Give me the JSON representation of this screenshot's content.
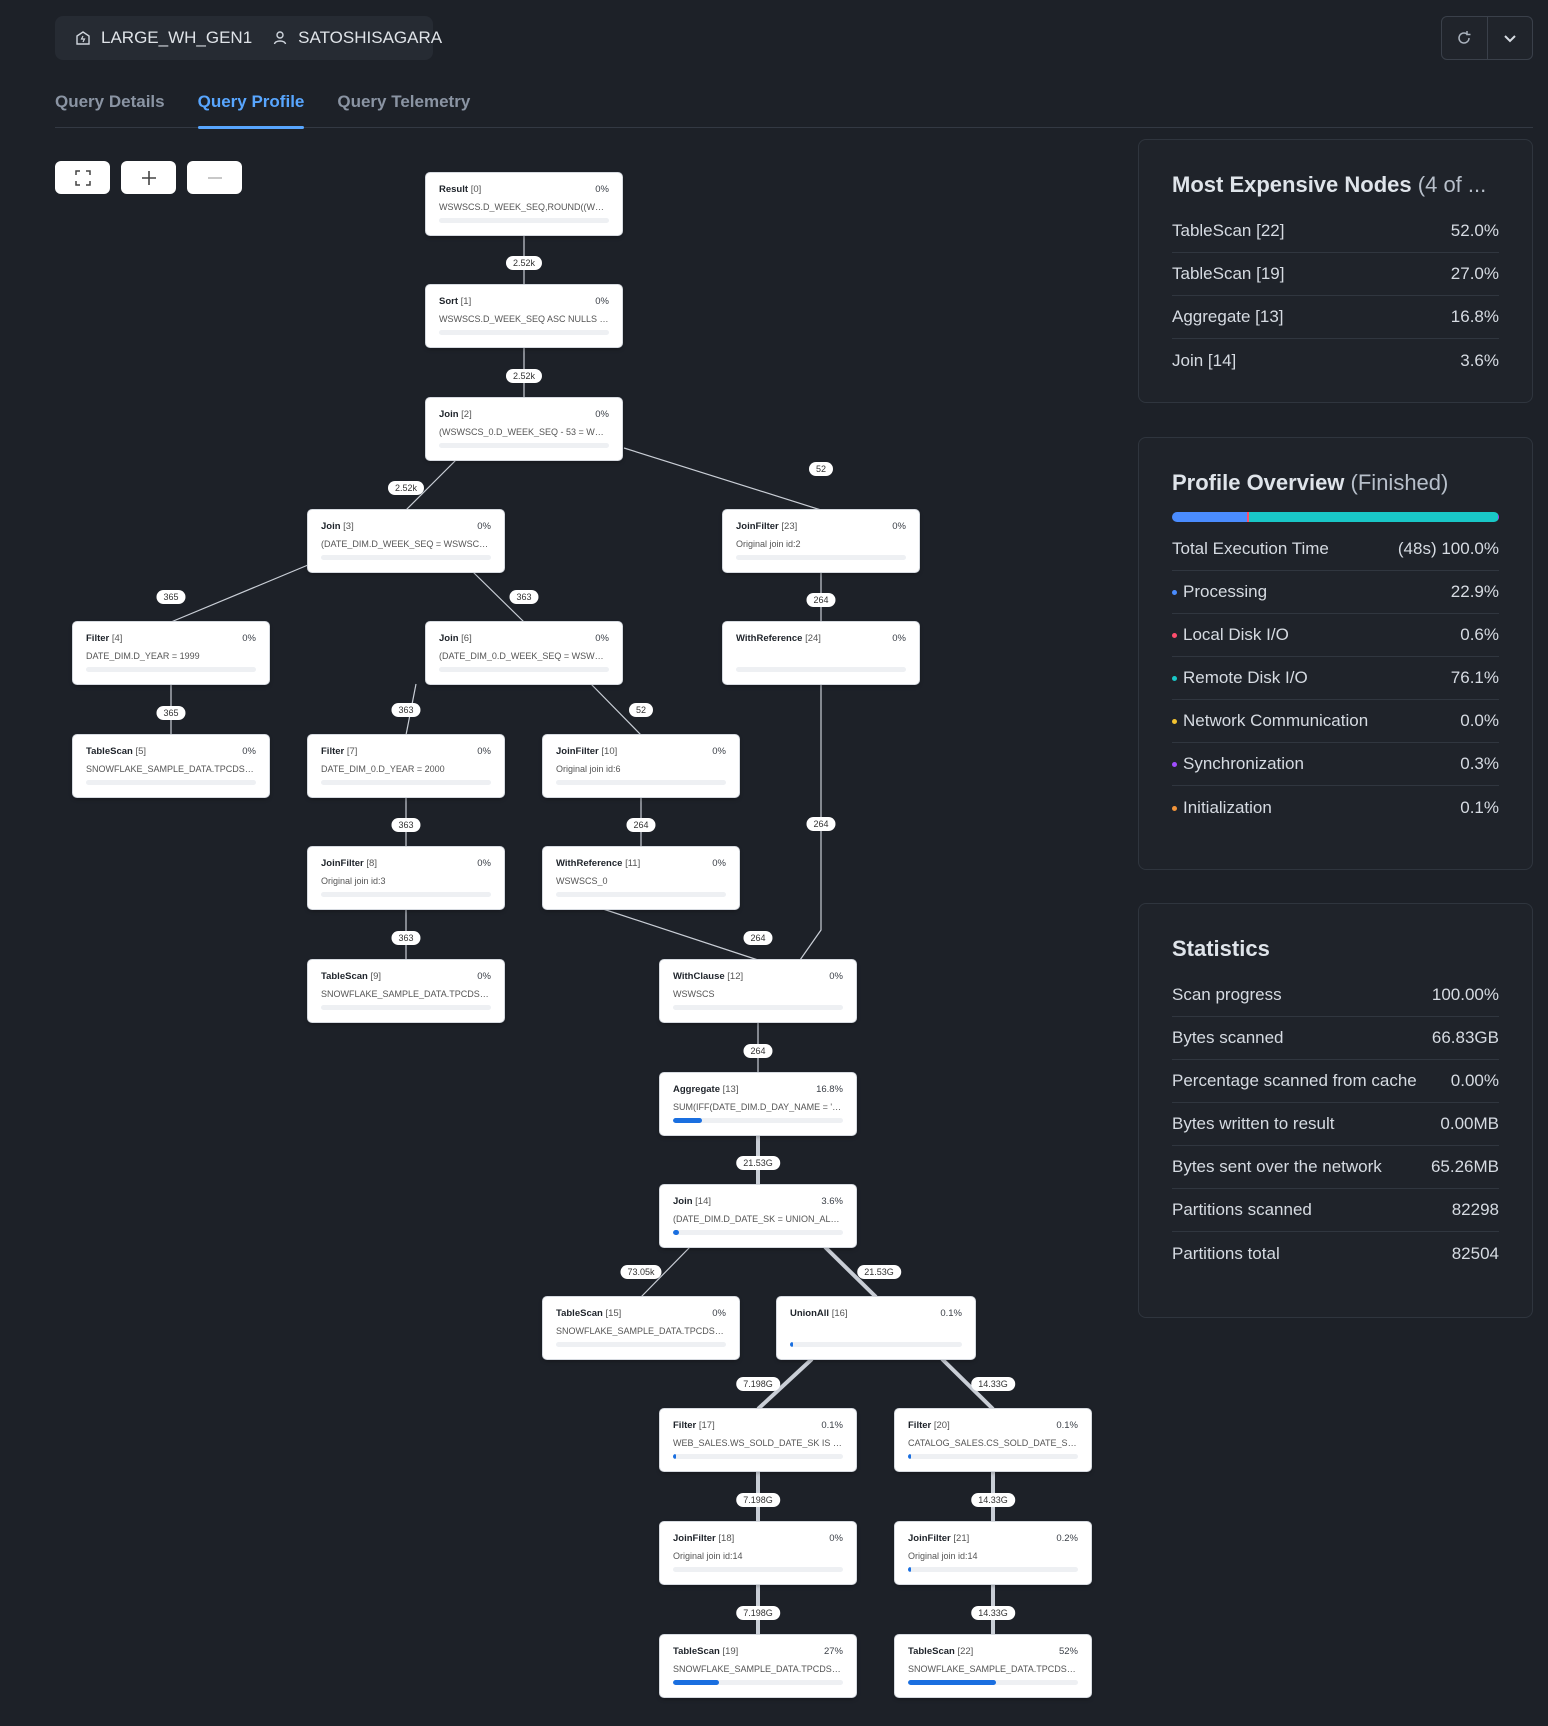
{
  "header": {
    "warehouse": "LARGE_WH_GEN1",
    "user": "SATOSHISAGARA",
    "icons": [
      "warehouse-icon",
      "user-icon",
      "refresh-icon",
      "chevron-down-icon"
    ]
  },
  "tabs": [
    {
      "label": "Query Details",
      "active": false
    },
    {
      "label": "Query Profile",
      "active": true
    },
    {
      "label": "Query Telemetry",
      "active": false
    }
  ],
  "controls": [
    "fit-icon",
    "zoom-in-icon",
    "zoom-out-icon"
  ],
  "nodes": [
    {
      "id": "n0",
      "name": "Result",
      "idx": "[0]",
      "pct": "0%",
      "detail": "WSWSCS.D_WEEK_SEQ,ROUND((WSWS...",
      "bar": 0
    },
    {
      "id": "n1",
      "name": "Sort",
      "idx": "[1]",
      "pct": "0%",
      "detail": "WSWSCS.D_WEEK_SEQ ASC NULLS LA...",
      "bar": 0
    },
    {
      "id": "n2",
      "name": "Join",
      "idx": "[2]",
      "pct": "0%",
      "detail": "(WSWSCS_0.D_WEEK_SEQ - 53 = WSW...",
      "bar": 0
    },
    {
      "id": "n3",
      "name": "Join",
      "idx": "[3]",
      "pct": "0%",
      "detail": "(DATE_DIM.D_WEEK_SEQ = WSWSCS_0....",
      "bar": 0
    },
    {
      "id": "n23",
      "name": "JoinFilter",
      "idx": "[23]",
      "pct": "0%",
      "detail": "Original join id:2",
      "bar": 0
    },
    {
      "id": "n4",
      "name": "Filter",
      "idx": "[4]",
      "pct": "0%",
      "detail": "DATE_DIM.D_YEAR = 1999",
      "bar": 0
    },
    {
      "id": "n6",
      "name": "Join",
      "idx": "[6]",
      "pct": "0%",
      "detail": "(DATE_DIM_0.D_WEEK_SEQ = WSWSCS...",
      "bar": 0
    },
    {
      "id": "n24",
      "name": "WithReference",
      "idx": "[24]",
      "pct": "0%",
      "detail": "",
      "bar": 0
    },
    {
      "id": "n5",
      "name": "TableScan",
      "idx": "[5]",
      "pct": "0%",
      "detail": "SNOWFLAKE_SAMPLE_DATA.TPCDS_SF...",
      "bar": 0
    },
    {
      "id": "n7",
      "name": "Filter",
      "idx": "[7]",
      "pct": "0%",
      "detail": "DATE_DIM_0.D_YEAR = 2000",
      "bar": 0
    },
    {
      "id": "n10",
      "name": "JoinFilter",
      "idx": "[10]",
      "pct": "0%",
      "detail": "Original join id:6",
      "bar": 0
    },
    {
      "id": "n8",
      "name": "JoinFilter",
      "idx": "[8]",
      "pct": "0%",
      "detail": "Original join id:3",
      "bar": 0
    },
    {
      "id": "n11",
      "name": "WithReference",
      "idx": "[11]",
      "pct": "0%",
      "detail": "WSWSCS_0",
      "bar": 0
    },
    {
      "id": "n9",
      "name": "TableScan",
      "idx": "[9]",
      "pct": "0%",
      "detail": "SNOWFLAKE_SAMPLE_DATA.TPCDS_SF...",
      "bar": 0
    },
    {
      "id": "n12",
      "name": "WithClause",
      "idx": "[12]",
      "pct": "0%",
      "detail": "WSWSCS",
      "bar": 0
    },
    {
      "id": "n13",
      "name": "Aggregate",
      "idx": "[13]",
      "pct": "16.8%",
      "detail": "SUM(IFF(DATE_DIM.D_DAY_NAME = 'Su...",
      "bar": 16.8
    },
    {
      "id": "n14",
      "name": "Join",
      "idx": "[14]",
      "pct": "3.6%",
      "detail": "(DATE_DIM.D_DATE_SK = UNION_ALL(W...",
      "bar": 3.6
    },
    {
      "id": "n15",
      "name": "TableScan",
      "idx": "[15]",
      "pct": "0%",
      "detail": "SNOWFLAKE_SAMPLE_DATA.TPCDS_SF...",
      "bar": 0
    },
    {
      "id": "n16",
      "name": "UnionAll",
      "idx": "[16]",
      "pct": "0.1%",
      "detail": "",
      "bar": 0.1
    },
    {
      "id": "n17",
      "name": "Filter",
      "idx": "[17]",
      "pct": "0.1%",
      "detail": "WEB_SALES.WS_SOLD_DATE_SK IS NO...",
      "bar": 0.1
    },
    {
      "id": "n20",
      "name": "Filter",
      "idx": "[20]",
      "pct": "0.1%",
      "detail": "CATALOG_SALES.CS_SOLD_DATE_SK IS...",
      "bar": 0.1
    },
    {
      "id": "n18",
      "name": "JoinFilter",
      "idx": "[18]",
      "pct": "0%",
      "detail": "Original join id:14",
      "bar": 0
    },
    {
      "id": "n21",
      "name": "JoinFilter",
      "idx": "[21]",
      "pct": "0.2%",
      "detail": "Original join id:14",
      "bar": 0.2
    },
    {
      "id": "n19",
      "name": "TableScan",
      "idx": "[19]",
      "pct": "27%",
      "detail": "SNOWFLAKE_SAMPLE_DATA.TPCDS_SF...",
      "bar": 27
    },
    {
      "id": "n22",
      "name": "TableScan",
      "idx": "[22]",
      "pct": "52%",
      "detail": "SNOWFLAKE_SAMPLE_DATA.TPCDS_SF...",
      "bar": 52
    }
  ],
  "edges": [
    {
      "from": "n1",
      "to": "n0",
      "label": "2.52k"
    },
    {
      "from": "n2",
      "to": "n1",
      "label": "2.52k"
    },
    {
      "from": "n3",
      "to": "n2",
      "label": "2.52k"
    },
    {
      "from": "n23",
      "to": "n2",
      "label": "52"
    },
    {
      "from": "n4",
      "to": "n3",
      "label": "365"
    },
    {
      "from": "n6",
      "to": "n3",
      "label": "363"
    },
    {
      "from": "n24",
      "to": "n23",
      "label": "264"
    },
    {
      "from": "n5",
      "to": "n4",
      "label": "365"
    },
    {
      "from": "n7",
      "to": "n6",
      "label": "363"
    },
    {
      "from": "n10",
      "to": "n6",
      "label": "52"
    },
    {
      "from": "n8",
      "to": "n7",
      "label": "363"
    },
    {
      "from": "n11",
      "to": "n10",
      "label": "264"
    },
    {
      "from": "n9",
      "to": "n8",
      "label": "363"
    },
    {
      "from": "n12",
      "to": "n11",
      "label": "264"
    },
    {
      "from": "n12",
      "to": "n24",
      "label": "264"
    },
    {
      "from": "n13",
      "to": "n12",
      "label": "264"
    },
    {
      "from": "n14",
      "to": "n13",
      "label": "21.53G"
    },
    {
      "from": "n15",
      "to": "n14",
      "label": "73.05k"
    },
    {
      "from": "n16",
      "to": "n14",
      "label": "21.53G"
    },
    {
      "from": "n17",
      "to": "n16",
      "label": "7.198G"
    },
    {
      "from": "n20",
      "to": "n16",
      "label": "14.33G"
    },
    {
      "from": "n18",
      "to": "n17",
      "label": "7.198G"
    },
    {
      "from": "n21",
      "to": "n20",
      "label": "14.33G"
    },
    {
      "from": "n19",
      "to": "n18",
      "label": "7.198G"
    },
    {
      "from": "n22",
      "to": "n21",
      "label": "14.33G"
    }
  ],
  "expensive": {
    "title": "Most Expensive Nodes",
    "subtitle": "(4 of ...",
    "rows": [
      {
        "label": "TableScan [22]",
        "value": "52.0%"
      },
      {
        "label": "TableScan [19]",
        "value": "27.0%"
      },
      {
        "label": "Aggregate [13]",
        "value": "16.8%"
      },
      {
        "label": "Join [14]",
        "value": "3.6%"
      }
    ]
  },
  "overview": {
    "title": "Profile Overview",
    "subtitle": "(Finished)",
    "total_label": "Total Execution Time",
    "total_value": "(48s) 100.0%",
    "rows": [
      {
        "label": "Processing",
        "value": "22.9%",
        "color": "#4a8cff",
        "share": 22.9
      },
      {
        "label": "Local Disk I/O",
        "value": "0.6%",
        "color": "#ff4d6d",
        "share": 0.6
      },
      {
        "label": "Remote Disk I/O",
        "value": "76.1%",
        "color": "#19c7c7",
        "share": 76.1
      },
      {
        "label": "Network Communication",
        "value": "0.0%",
        "color": "#f2c230",
        "share": 0.0
      },
      {
        "label": "Synchronization",
        "value": "0.3%",
        "color": "#a04dff",
        "share": 0.3
      },
      {
        "label": "Initialization",
        "value": "0.1%",
        "color": "#f2943a",
        "share": 0.1
      }
    ]
  },
  "statistics": {
    "title": "Statistics",
    "rows": [
      {
        "label": "Scan progress",
        "value": "100.00%"
      },
      {
        "label": "Bytes scanned",
        "value": "66.83GB"
      },
      {
        "label": "Percentage scanned from cache",
        "value": "0.00%"
      },
      {
        "label": "Bytes written to result",
        "value": "0.00MB"
      },
      {
        "label": "Bytes sent over the network",
        "value": "65.26MB"
      },
      {
        "label": "Partitions scanned",
        "value": "82298"
      },
      {
        "label": "Partitions total",
        "value": "82504"
      }
    ]
  }
}
